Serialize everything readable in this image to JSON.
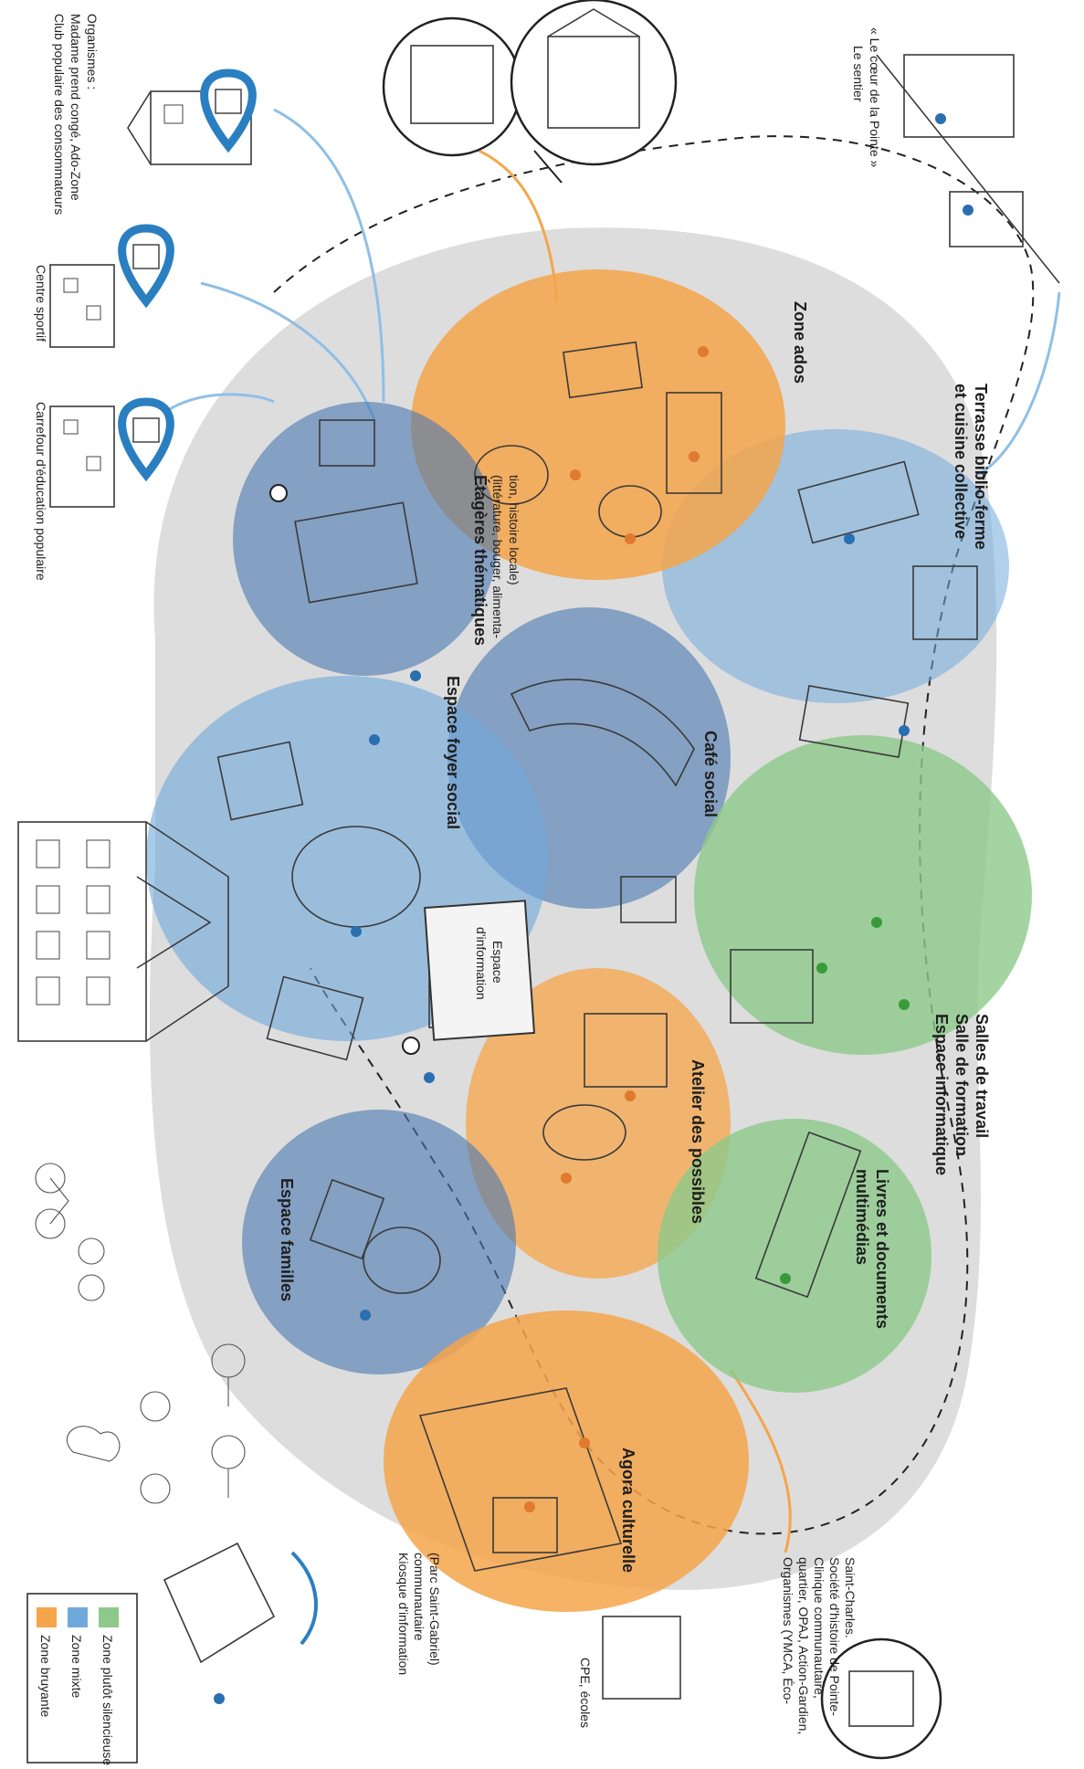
{
  "colors": {
    "quiet": "#8cc98a",
    "mixed": "#6fa9dc",
    "mixed_dark": "#4a78b0",
    "noisy": "#f5a54a",
    "grey_blob": "#d6d6d6",
    "pin_ring": "#2a7fc0"
  },
  "zones": {
    "zone_ados": "Zone ados",
    "terrasse": [
      "Terrasse biblio-ferme",
      "et cuisine collective"
    ],
    "etageres": [
      "Étagères thématiques",
      "(littérature, bouger, alimenta-",
      "tion, histoire locale)"
    ],
    "cafe": "Café social",
    "informatique": [
      "Espace informatique",
      "Salle de formation",
      "Salles de travail"
    ],
    "foyer": "Espace foyer social",
    "information": [
      "Espace",
      "d'information"
    ],
    "atelier": "Atelier des possibles",
    "livres": [
      "Livres et documents",
      "multimédias"
    ],
    "familles": "Espace familles",
    "agora": "Agora culturelle"
  },
  "outside": {
    "organismes_top": [
      "Organismes :",
      "Madame prend congé, Ado-Zone",
      "Club populaire des consommateurs"
    ],
    "centre_sportif": "Centre sportif",
    "carrefour": "Carrefour d'éducation populaire",
    "sentier": [
      "Le sentier",
      "« Le cœur de la Pointe »"
    ],
    "organismes_bottom": [
      "Organismes (YMCA, Éco-",
      "quartier, OPAJ, Action-Gardien,",
      "Clinique communautaire,",
      "Société d'histoire de Pointe-",
      "Saint-Charles."
    ],
    "cpe": "CPE, écoles",
    "kiosque": [
      "Kiosque d'information",
      "communautaire",
      "(Parc Saint-Gabriel)"
    ]
  },
  "legend": [
    {
      "label": "Zone plutôt silencieuse",
      "color": "#8cc98a"
    },
    {
      "label": "Zone mixte",
      "color": "#6fa9dc"
    },
    {
      "label": "Zone bruyante",
      "color": "#f5a54a"
    }
  ],
  "icons": {
    "pin": "location-pin-icon",
    "bicycle": "bicycle-icon",
    "tree": "tree-icon"
  }
}
